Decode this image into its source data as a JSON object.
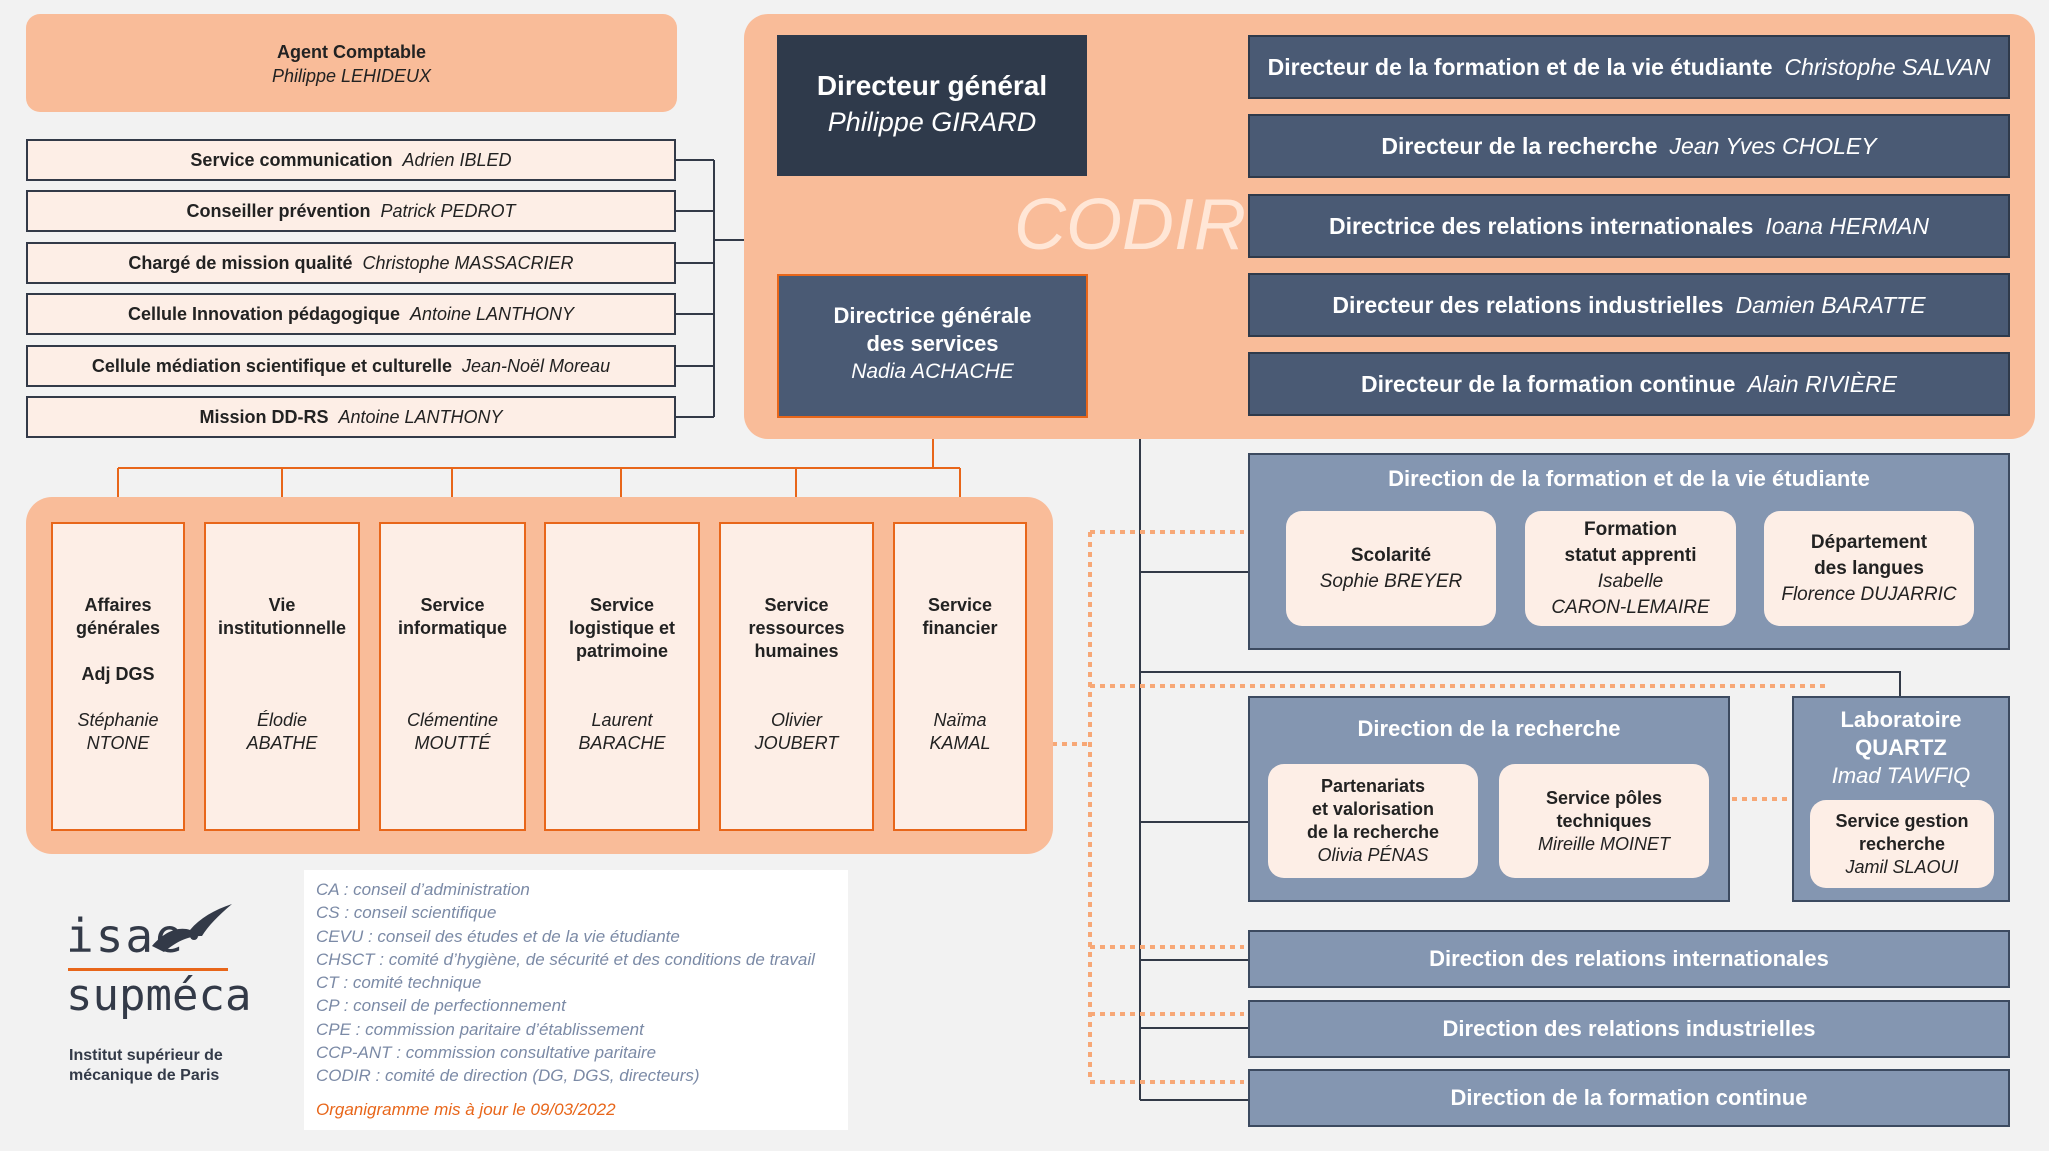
{
  "agent_comptable": {
    "role": "Agent Comptable",
    "name": "Philippe LEHIDEUX"
  },
  "staff": [
    {
      "role": "Service communication",
      "name": "Adrien IBLED"
    },
    {
      "role": "Conseiller prévention",
      "name": "Patrick PEDROT"
    },
    {
      "role": "Chargé de mission qualité",
      "name": "Christophe MASSACRIER"
    },
    {
      "role": "Cellule Innovation pédagogique",
      "name": "Antoine  LANTHONY"
    },
    {
      "role": "Cellule médiation scientifique et culturelle",
      "name": "Jean-Noël Moreau"
    },
    {
      "role": "Mission DD-RS",
      "name": "Antoine LANTHONY"
    }
  ],
  "dg": {
    "role": "Directeur général",
    "name": "Philippe GIRARD"
  },
  "codir_label": "CODIR",
  "dgs": {
    "role_line1": "Directrice générale",
    "role_line2": "des services",
    "name": "Nadia ACHACHE"
  },
  "directors": [
    {
      "role": "Directeur de la formation et de la vie étudiante",
      "name": "Christophe SALVAN"
    },
    {
      "role": "Directeur de la recherche",
      "name": "Jean Yves CHOLEY"
    },
    {
      "role": "Directrice des relations internationales",
      "name": "Ioana HERMAN"
    },
    {
      "role": "Directeur des relations industrielles",
      "name": "Damien BARATTE"
    },
    {
      "role": "Directeur de la formation continue",
      "name": "Alain RIVIÈRE"
    }
  ],
  "services": [
    {
      "l1": "Affaires",
      "l2": "générales",
      "l3": "",
      "extra": "Adj DGS",
      "n1": "Stéphanie",
      "n2": "NTONE"
    },
    {
      "l1": "Vie",
      "l2": "institutionnelle",
      "l3": "",
      "extra": "",
      "n1": "Élodie",
      "n2": "ABATHE"
    },
    {
      "l1": "Service",
      "l2": "informatique",
      "l3": "",
      "extra": "",
      "n1": "Clémentine",
      "n2": "MOUTTÉ"
    },
    {
      "l1": "Service",
      "l2": "logistique et",
      "l3": "patrimoine",
      "extra": "",
      "n1": "Laurent",
      "n2": "BARACHE"
    },
    {
      "l1": "Service",
      "l2": "ressources",
      "l3": "humaines",
      "extra": "",
      "n1": "Olivier",
      "n2": "JOUBERT"
    },
    {
      "l1": "Service",
      "l2": "financier",
      "l3": "",
      "extra": "",
      "n1": "Naïma",
      "n2": "KAMAL"
    }
  ],
  "formation_dir": {
    "title": "Direction de la formation et de la vie étudiante",
    "units": [
      {
        "l1": "Scolarité",
        "l2": "",
        "name1": "Sophie BREYER",
        "name2": ""
      },
      {
        "l1": "Formation",
        "l2": "statut apprenti",
        "name1": "Isabelle",
        "name2": "CARON-LEMAIRE"
      },
      {
        "l1": "Département",
        "l2": "des langues",
        "name1": "Florence DUJARRIC",
        "name2": ""
      }
    ]
  },
  "recherche_dir": {
    "title": "Direction de la recherche",
    "units": [
      {
        "l1": "Partenariats",
        "l2": "et valorisation",
        "l3": "de la recherche",
        "name": "Olivia PÉNAS"
      },
      {
        "l1": "Service pôles",
        "l2": "techniques",
        "l3": "",
        "name": "Mireille MOINET"
      }
    ]
  },
  "quartz": {
    "l1": "Laboratoire",
    "l2": "QUARTZ",
    "name": "Imad TAWFIQ",
    "unit": {
      "l1": "Service gestion",
      "l2": "recherche",
      "name": "Jamil SLAOUI"
    }
  },
  "bottom_dirs": [
    "Direction des relations internationales",
    "Direction des relations industrielles",
    "Direction de la formation continue"
  ],
  "legend": [
    "CA : conseil d’administration",
    "CS : conseil scientifique",
    "CEVU : conseil des études et de la vie étudiante",
    "CHSCT : comité d’hygiène, de sécurité et des conditions de travail",
    "CT : comité technique",
    "CP : conseil de perfectionnement",
    "CPE : commission paritaire d’établissement",
    "CCP-ANT : commission consultative paritaire",
    "CODIR : comité de direction (DG, DGS, directeurs)"
  ],
  "updated": "Organigramme mis à jour le 09/03/2022",
  "logo": {
    "line1": "isae",
    "line2": "supméca",
    "sub1": "Institut supérieur de",
    "sub2": "mécanique de Paris"
  },
  "colors": {
    "navy": "#2f3a4b",
    "slate": "#4a5a74",
    "steel": "#8496b1",
    "peach": "#f9bc99",
    "cream": "#fdeee6",
    "orange": "#e8661a"
  }
}
